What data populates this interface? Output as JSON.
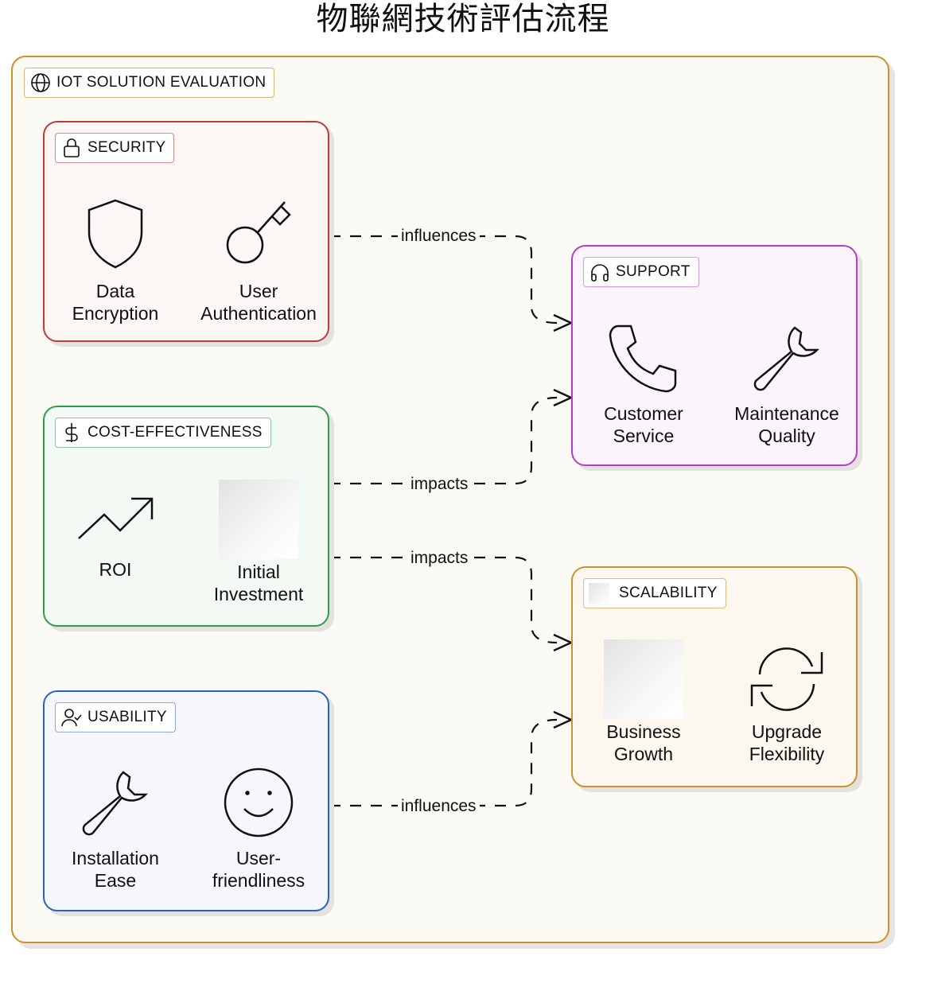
{
  "title": "物聯網技術評估流程",
  "container": {
    "label": "IOT SOLUTION EVALUATION",
    "icon": "globe-icon"
  },
  "groups": {
    "security": {
      "label": "SECURITY",
      "icon": "lock-icon",
      "color": "#c0393b",
      "items": [
        {
          "label": "Data Encryption",
          "icon": "shield-icon"
        },
        {
          "label": "User Authentication",
          "icon": "key-icon"
        }
      ]
    },
    "cost": {
      "label": "COST-EFFECTIVENESS",
      "icon": "dollar-icon",
      "color": "#2e9e4a",
      "items": [
        {
          "label": "ROI",
          "icon": "trending-up-icon"
        },
        {
          "label": "Initial Investment",
          "icon": "image-placeholder"
        }
      ]
    },
    "usability": {
      "label": "USABILITY",
      "icon": "user-check-icon",
      "color": "#2f5fc1",
      "items": [
        {
          "label": "Installation Ease",
          "icon": "wrench-icon"
        },
        {
          "label": "User-friendliness",
          "icon": "smile-icon"
        }
      ]
    },
    "support": {
      "label": "SUPPORT",
      "icon": "headphones-icon",
      "color": "#b23fc6",
      "items": [
        {
          "label": "Customer Service",
          "icon": "phone-icon"
        },
        {
          "label": "Maintenance Quality",
          "icon": "wrench-icon"
        }
      ]
    },
    "scalability": {
      "label": "SCALABILITY",
      "icon": "image-placeholder",
      "color": "#c9922e",
      "items": [
        {
          "label": "Business Growth",
          "icon": "image-placeholder"
        },
        {
          "label": "Upgrade Flexibility",
          "icon": "refresh-icon"
        }
      ]
    }
  },
  "edges": [
    {
      "from": "security",
      "to": "support",
      "label": "influences"
    },
    {
      "from": "cost",
      "to": "support",
      "label": "impacts"
    },
    {
      "from": "cost",
      "to": "scalability",
      "label": "impacts"
    },
    {
      "from": "usability",
      "to": "scalability",
      "label": "influences"
    }
  ]
}
